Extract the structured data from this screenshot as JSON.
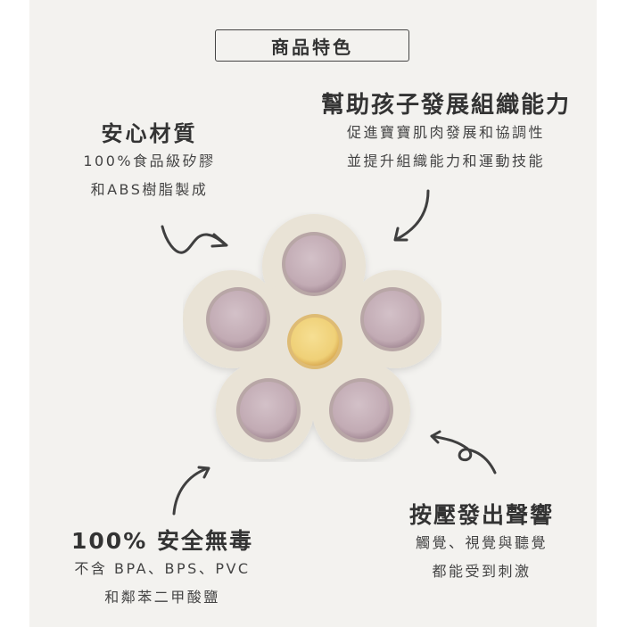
{
  "header": {
    "title": "商品特色"
  },
  "features": {
    "material": {
      "heading": "安心材質",
      "lines": [
        "100%食品級矽膠",
        "和ABS樹脂製成"
      ]
    },
    "development": {
      "heading": "幫助孩子發展組織能力",
      "lines": [
        "促進寶寶肌肉發展和協調性",
        "並提升組織能力和運動技能"
      ]
    },
    "safety": {
      "heading": "100% 安全無毒",
      "lines": [
        "不含 BPA、BPS、PVC",
        "和鄰苯二甲酸鹽"
      ]
    },
    "sound": {
      "heading": "按壓發出聲響",
      "lines": [
        "觸覺、視覺與聽覺",
        "都能受到刺激"
      ]
    }
  },
  "product": {
    "name": "flower-press-toy",
    "colors": {
      "body": "#e9e3d6",
      "body_shadow": "#d6cfbf",
      "petal_button": "#c9b4bd",
      "petal_ring": "#8f7480",
      "center_button": "#f2d67f",
      "center_ring": "#d9a94a"
    }
  },
  "colors": {
    "panel_background": "#f3f2ef",
    "page_margin": "#ffffff",
    "text": "#3a3a3a",
    "arrow": "#3f3f3f"
  }
}
